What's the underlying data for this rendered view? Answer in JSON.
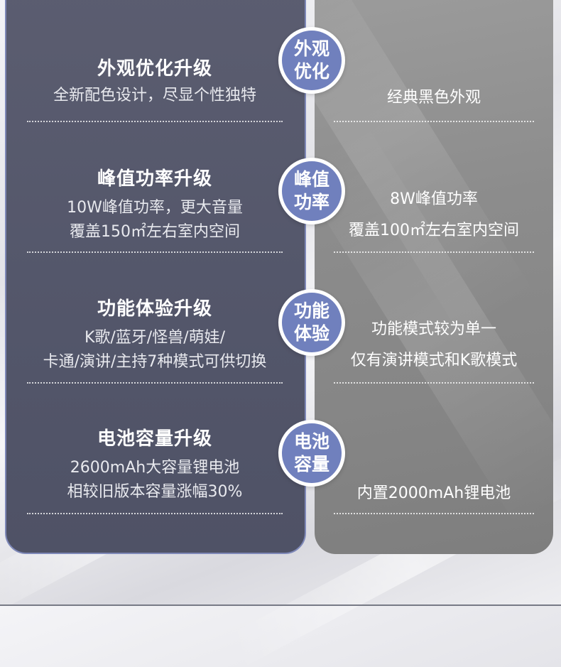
{
  "rows": [
    {
      "badge": [
        "外观",
        "优化"
      ],
      "left_title": "外观优化升级",
      "left_lines": [
        "全新配色设计，尽显个性独特"
      ],
      "right_lines": [
        "经典黑色外观"
      ]
    },
    {
      "badge": [
        "峰值",
        "功率"
      ],
      "left_title": "峰值功率升级",
      "left_lines": [
        "10W峰值功率，更大音量",
        "覆盖150㎡左右室内空间"
      ],
      "right_lines": [
        "8W峰值功率",
        "覆盖100㎡左右室内空间"
      ]
    },
    {
      "badge": [
        "功能",
        "体验"
      ],
      "left_title": "功能体验升级",
      "left_lines": [
        "K歌/蓝牙/怪兽/萌娃/",
        "卡通/演讲/主持7种模式可供切换"
      ],
      "right_lines": [
        "功能模式较为单一",
        "仅有演讲模式和K歌模式"
      ]
    },
    {
      "badge": [
        "电池",
        "容量"
      ],
      "left_title": "电池容量升级",
      "left_lines": [
        "2600mAh大容量锂电池",
        "相较旧版本容量涨幅30%"
      ],
      "right_lines": [
        "内置2000mAh锂电池"
      ]
    }
  ],
  "colors": {
    "left_panel": "#53566a",
    "left_border": "#7e88b8",
    "right_panel": "#8c8c8c",
    "badge": "#7080bd"
  }
}
